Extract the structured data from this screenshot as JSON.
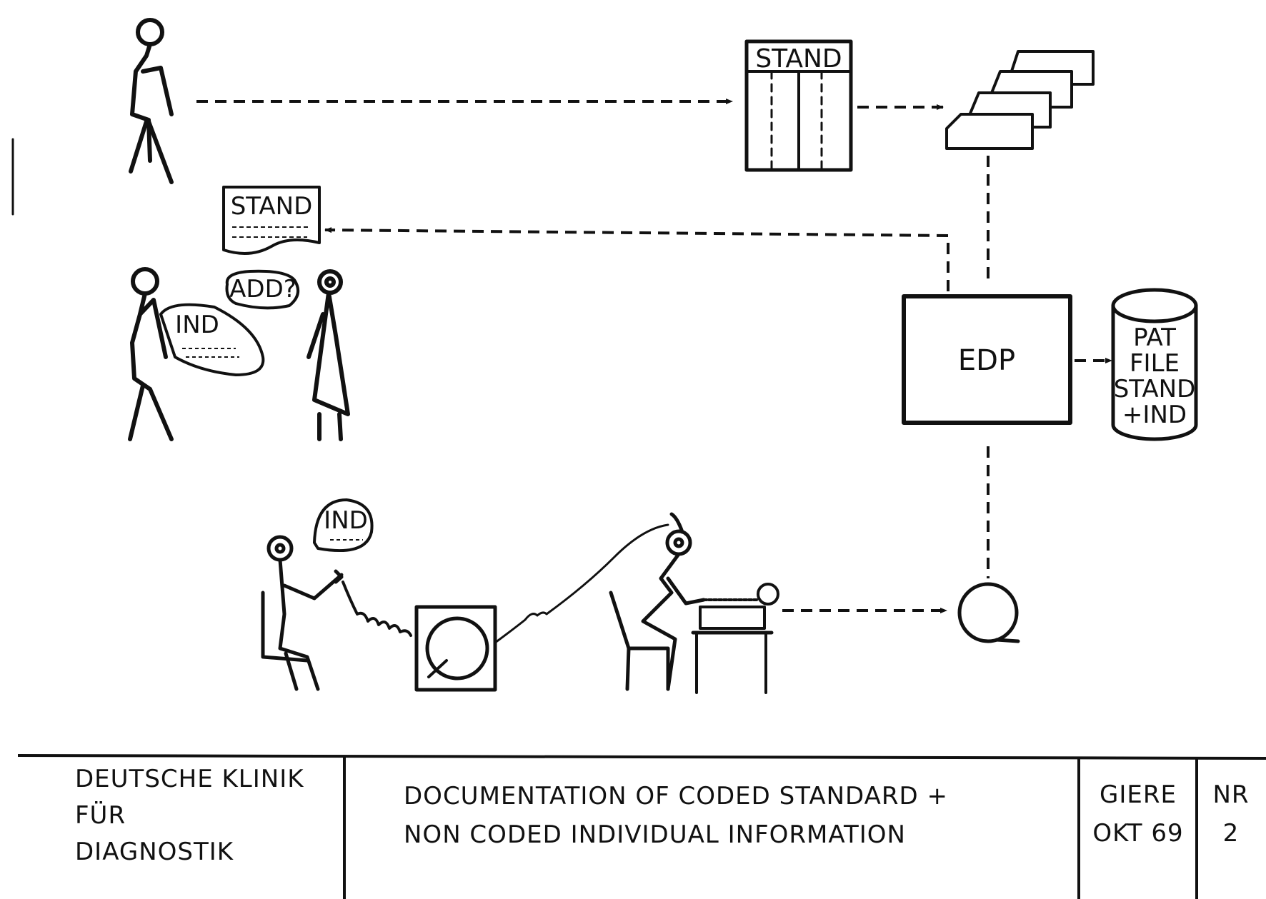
{
  "diagram": {
    "stand_form_label": "STAND",
    "stand_report_label": "STAND",
    "patient_bubble_label": "IND",
    "doctor_bubble_label": "ADD?",
    "dictation_bubble_label": "IND",
    "processor_label": "EDP",
    "storage_lines": [
      "PAT",
      "FILE",
      "STAND",
      "+IND"
    ]
  },
  "title_block": {
    "institution_lines": [
      "DEUTSCHE KLINIK",
      "FÜR",
      "DIAGNOSTIK"
    ],
    "title_lines": [
      "DOCUMENTATION OF CODED STANDARD +",
      "NON CODED INDIVIDUAL INFORMATION"
    ],
    "author": "GIERE",
    "date": "OKT 69",
    "number_label": "NR",
    "number_value": "2"
  }
}
